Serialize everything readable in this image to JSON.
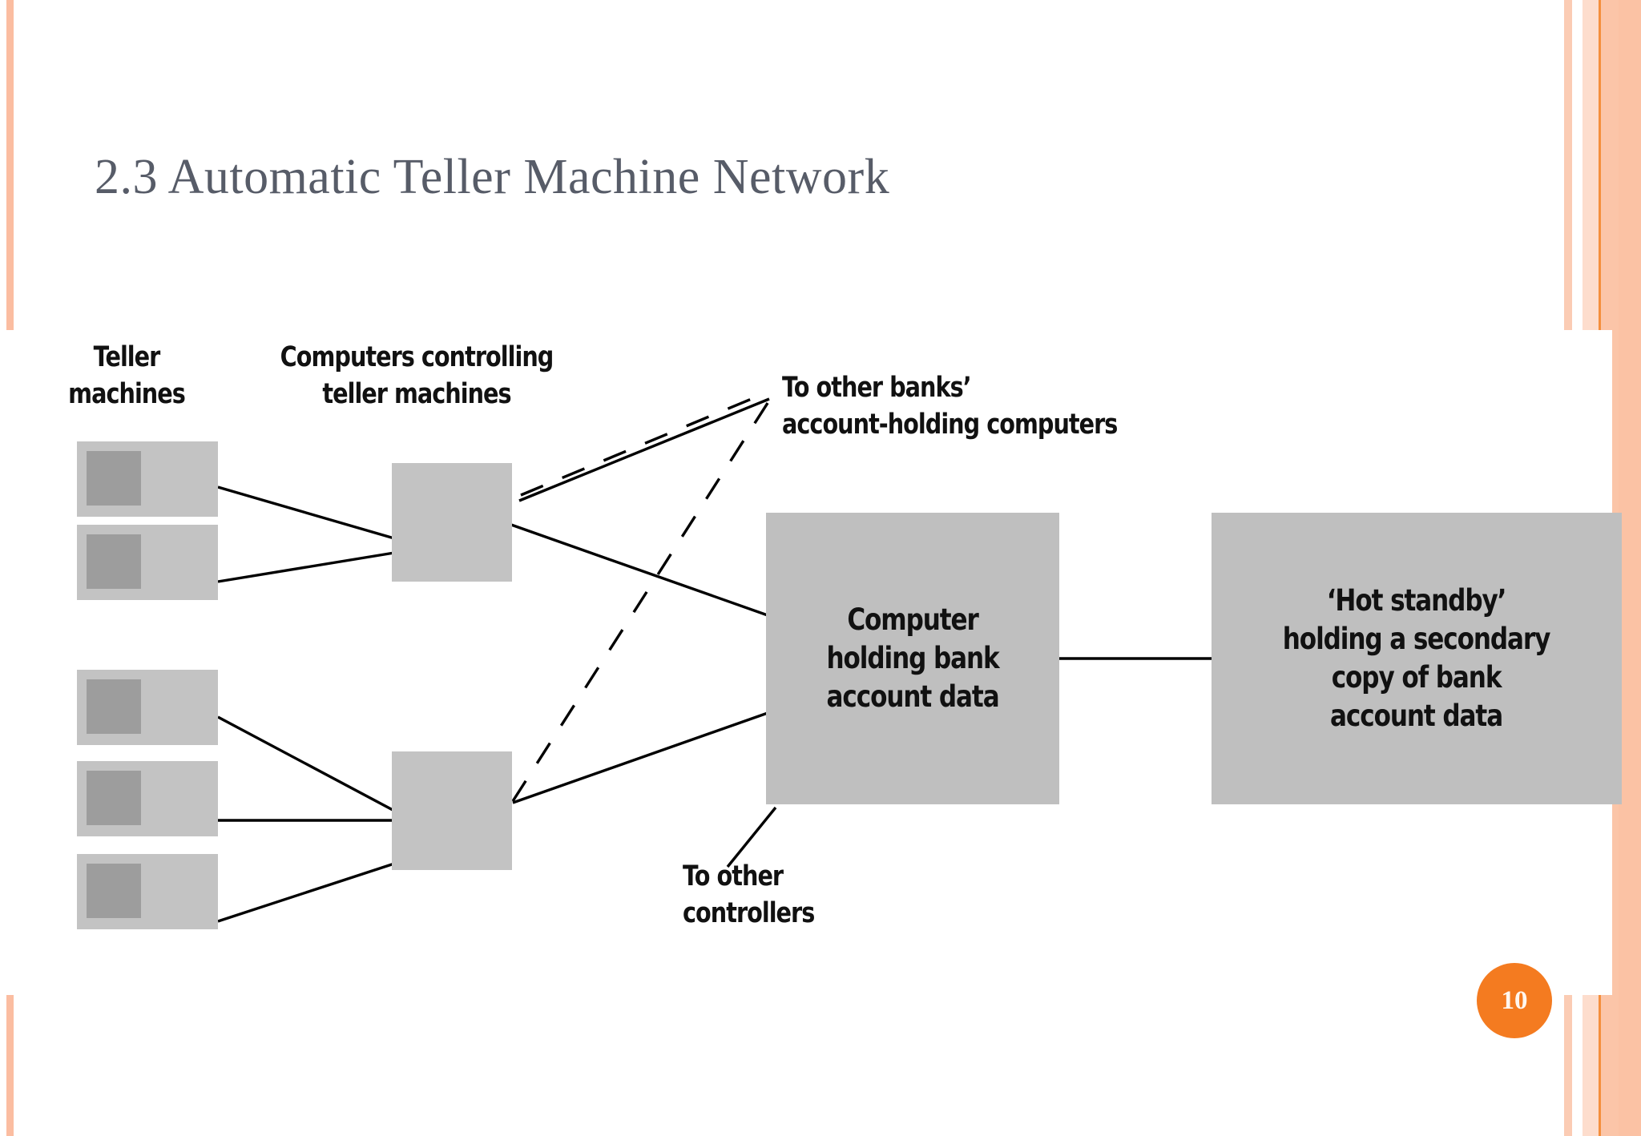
{
  "slide": {
    "title": "2.3 Automatic Teller Machine Network",
    "page_number": "10",
    "accent_color": "#f47b20",
    "stripe_color": "#fbbda1",
    "title_color": "#575c68"
  },
  "diagram": {
    "labels": {
      "teller_machines": "Teller\nmachines",
      "controllers": "Computers controlling\nteller machines",
      "other_banks": "To other banks’\naccount-holding computers",
      "other_controllers": "To other\ncontrollers"
    },
    "boxes": {
      "bank_computer": "Computer\nholding bank\naccount data",
      "hot_standby": "‘Hot standby’\nholding a secondary\ncopy of bank\naccount data"
    },
    "teller_machine_count": 5,
    "controller_count": 2,
    "node_fill": "#c3c3c3",
    "screen_fill": "#9d9d9d",
    "line_color": "#000000"
  }
}
